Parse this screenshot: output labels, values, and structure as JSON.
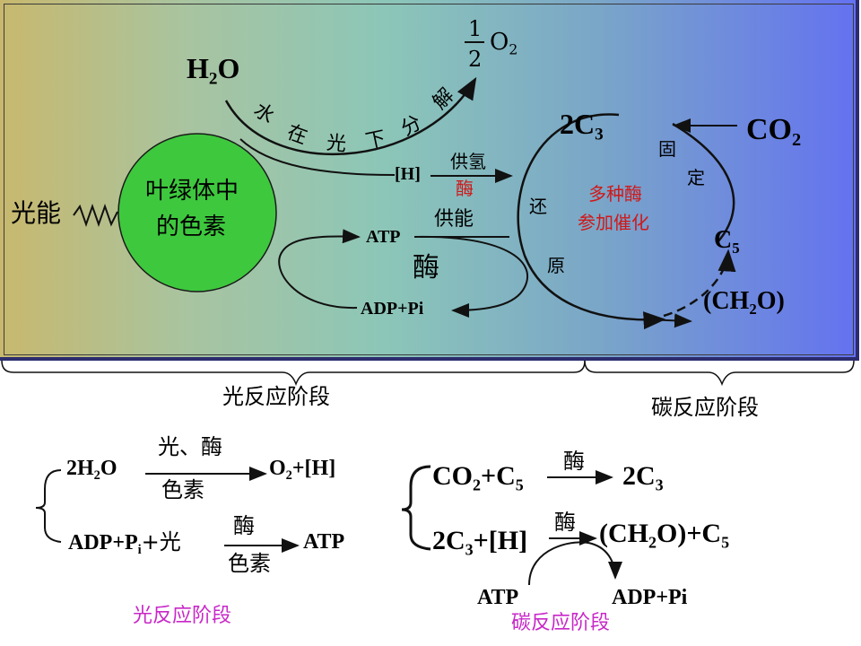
{
  "colors": {
    "panel_left": "#c8b86e",
    "panel_right": "#6472f0",
    "chloroplast": "#3ec83e",
    "red_text": "#d01818",
    "magenta_text": "#c828c8"
  },
  "light": {
    "h2o": "H",
    "h2o_sub": "2",
    "h2o_o": "O",
    "photolysis_chars": [
      "水",
      "在",
      "光",
      "下",
      "分",
      "解"
    ],
    "half_num": "1",
    "half_den": "2",
    "o2": "O",
    "o2_sub": "2",
    "light_energy": "光能",
    "pigment_line1": "叶绿体中",
    "pigment_line2": "的色素",
    "h": "[H]",
    "supply_h": "供氢",
    "enzyme_red": "酶",
    "atp": "ATP",
    "supply_energy": "供能",
    "enzyme_big": "酶",
    "adp_pi": "ADP+Pi"
  },
  "carbon": {
    "c3": "2C",
    "c3_sub": "3",
    "co2": "CO",
    "co2_sub": "2",
    "fix1": "固",
    "fix2": "定",
    "reduce1": "还",
    "reduce2": "原",
    "multi_line1": "多种酶",
    "multi_line2": "参加催化",
    "c5": "C",
    "c5_sub": "5",
    "ch2o_a": "(CH",
    "ch2o_sub": "2",
    "ch2o_b": "O)"
  },
  "stage_labels": {
    "light": "光反应阶段",
    "carbon": "碳反应阶段"
  },
  "eq_light": {
    "r1_left_a": "2H",
    "r1_left_sub": "2",
    "r1_left_b": "O",
    "r1_top": "光、酶",
    "r1_bottom": "色素",
    "r1_right_a": "O",
    "r1_right_sub": "2",
    "r1_right_b": "+[H]",
    "r2_left_a": "ADP+P",
    "r2_left_sub": "i",
    "r2_left_b": "+光",
    "r2_top": "酶",
    "r2_bottom": "色素",
    "r2_right": "ATP",
    "caption": "光反应阶段"
  },
  "eq_carbon": {
    "r1_left_a": "CO",
    "r1_left_sub1": "2",
    "r1_left_b": "+C",
    "r1_left_sub2": "5",
    "r1_top": "酶",
    "r1_right_a": "2C",
    "r1_right_sub": "3",
    "r2_left_a": "2C",
    "r2_left_sub": "3",
    "r2_left_b": "+[H]",
    "r2_top": "酶",
    "r2_right_a": "(CH",
    "r2_right_sub": "2",
    "r2_right_b": "O)+C",
    "r2_right_sub2": "5",
    "atp": "ATP",
    "adp_pi": "ADP+Pi",
    "caption": "碳反应阶段"
  }
}
